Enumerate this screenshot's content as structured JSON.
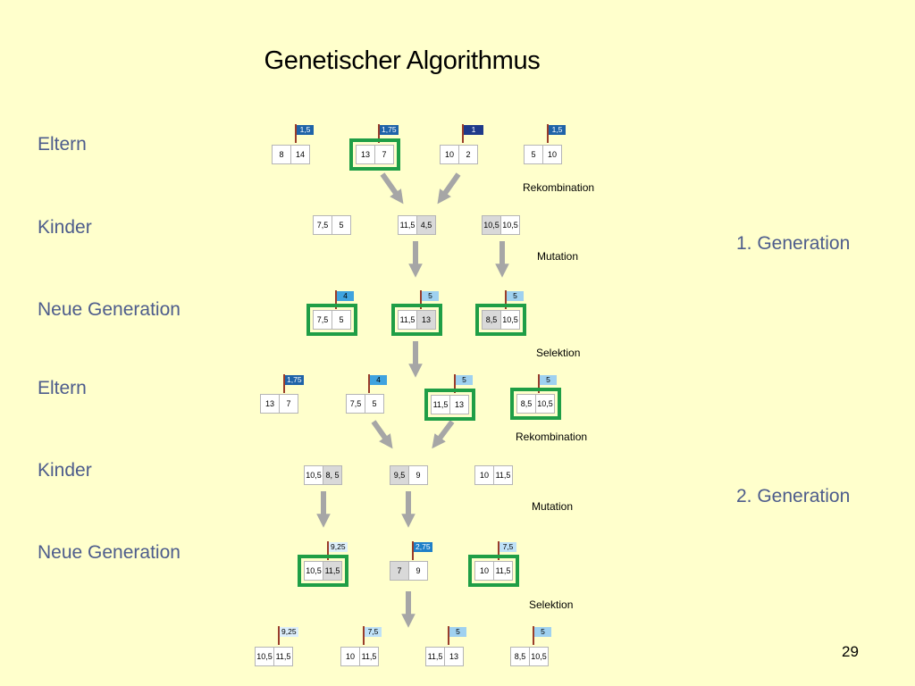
{
  "title": "Genetischer Algorithmus",
  "page_number": "29",
  "row_labels": [
    "Eltern",
    "Kinder",
    "Neue Generation",
    "Eltern",
    "Kinder",
    "Neue Generation"
  ],
  "generation_labels": [
    "1. Generation",
    "2. Generation"
  ],
  "step_labels": [
    "Rekombination",
    "Mutation",
    "Selektion",
    "Rekombination",
    "Mutation",
    "Selektion"
  ],
  "colors": {
    "background": "#FFFFCC",
    "selection_border": "#1F9E46",
    "label_text": "#4D5C8C",
    "highlight_cell": "#D9D9D9",
    "arrow": "#A6A6A6"
  },
  "individuals": [
    {
      "a": "8",
      "b": "14",
      "fitness": "1,5",
      "flag_color": "#1F63A8"
    },
    {
      "a": "13",
      "b": "7",
      "fitness": "1,75",
      "flag_color": "#1F63A8"
    },
    {
      "a": "10",
      "b": "2",
      "fitness": "1",
      "flag_color": "#1F3A8A"
    },
    {
      "a": "5",
      "b": "10",
      "fitness": "1,5",
      "flag_color": "#1F63A8"
    },
    {
      "a": "7,5",
      "b": "5"
    },
    {
      "a": "11,5",
      "b": "4,5"
    },
    {
      "a": "10,5",
      "b": "10,5"
    },
    {
      "a": "7,5",
      "b": "5",
      "fitness": "4",
      "flag_color": "#3FA3DF"
    },
    {
      "a": "11,5",
      "b": "13",
      "fitness": "5",
      "flag_color": "#9FD1F0"
    },
    {
      "a": "8,5",
      "b": "10,5",
      "fitness": "5",
      "flag_color": "#9FD1F0"
    },
    {
      "a": "13",
      "b": "7",
      "fitness": "1,75",
      "flag_color": "#1F63A8"
    },
    {
      "a": "7,5",
      "b": "5",
      "fitness": "4",
      "flag_color": "#3FA3DF"
    },
    {
      "a": "11,5",
      "b": "13",
      "fitness": "5",
      "flag_color": "#9FD1F0"
    },
    {
      "a": "8,5",
      "b": "10,5",
      "fitness": "5",
      "flag_color": "#9FD1F0"
    },
    {
      "a": "10,5",
      "b": "8, 5"
    },
    {
      "a": "9,5",
      "b": "9"
    },
    {
      "a": "10",
      "b": "11,5"
    },
    {
      "a": "10,5",
      "b": "11,5",
      "fitness": "9,25",
      "flag_color": "#DDEFFB"
    },
    {
      "a": "7",
      "b": "9",
      "fitness": "2,75",
      "flag_color": "#1F7FC8"
    },
    {
      "a": "10",
      "b": "11,5",
      "fitness": "7,5",
      "flag_color": "#BEE1F7"
    },
    {
      "a": "10,5",
      "b": "11,5",
      "fitness": "9,25",
      "flag_color": "#DDEFFB"
    },
    {
      "a": "10",
      "b": "11,5",
      "fitness": "7,5",
      "flag_color": "#BEE1F7"
    },
    {
      "a": "11,5",
      "b": "13",
      "fitness": "5",
      "flag_color": "#9FD1F0"
    },
    {
      "a": "8,5",
      "b": "10,5",
      "fitness": "5",
      "flag_color": "#9FD1F0"
    }
  ]
}
